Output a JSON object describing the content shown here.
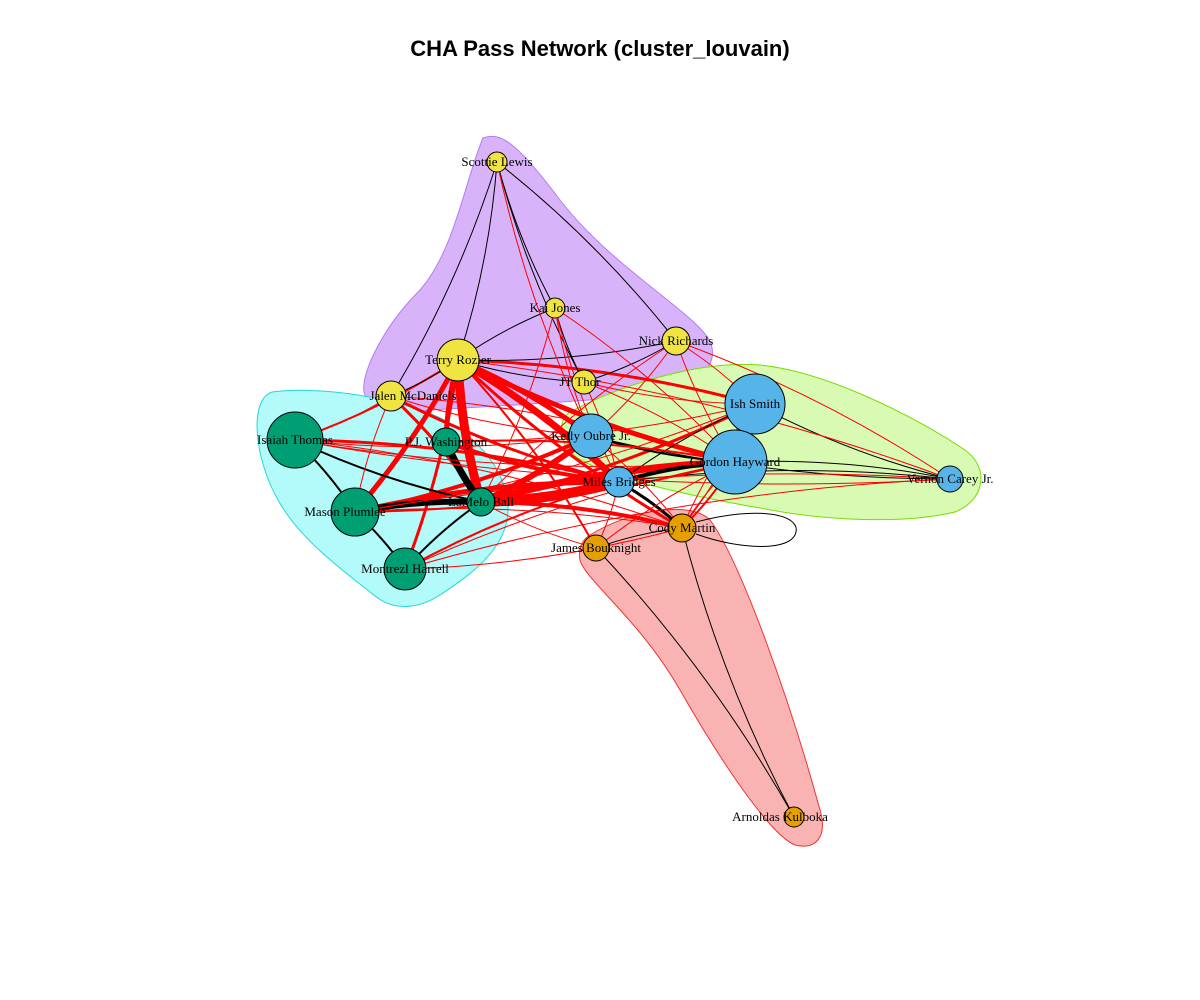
{
  "title": "CHA Pass Network (cluster_louvain)",
  "colors": {
    "yellow": "#F0E442",
    "blue": "#56B4E9",
    "green": "#009E73",
    "orange": "#E69F00",
    "hull_purple": "#D9B3FA",
    "hull_cyan": "#B3FAFA",
    "hull_lime": "#D9FAB3",
    "hull_red": "#FAB3B3",
    "edge_between": "#FF0000",
    "edge_within": "#000000"
  },
  "nodes": [
    {
      "id": "Scottie Lewis",
      "color": "yellow"
    },
    {
      "id": "Kai Jones",
      "color": "yellow"
    },
    {
      "id": "Nick Richards",
      "color": "yellow"
    },
    {
      "id": "Terry Rozier",
      "color": "yellow"
    },
    {
      "id": "JT Thor",
      "color": "yellow"
    },
    {
      "id": "Jalen McDaniels",
      "color": "yellow"
    },
    {
      "id": "Ish Smith",
      "color": "blue"
    },
    {
      "id": "Kelly Oubre Jr.",
      "color": "blue"
    },
    {
      "id": "Gordon Hayward",
      "color": "blue"
    },
    {
      "id": "Miles Bridges",
      "color": "blue"
    },
    {
      "id": "Vernon Carey Jr.",
      "color": "blue"
    },
    {
      "id": "Isaiah Thomas",
      "color": "green"
    },
    {
      "id": "P.J. Washington",
      "color": "green"
    },
    {
      "id": "LaMelo Ball",
      "color": "green"
    },
    {
      "id": "Mason Plumlee",
      "color": "green"
    },
    {
      "id": "Montrezl Harrell",
      "color": "green"
    },
    {
      "id": "Cody Martin",
      "color": "orange"
    },
    {
      "id": "James Bouknight",
      "color": "orange"
    },
    {
      "id": "Arnoldas Kulboka",
      "color": "orange"
    }
  ]
}
